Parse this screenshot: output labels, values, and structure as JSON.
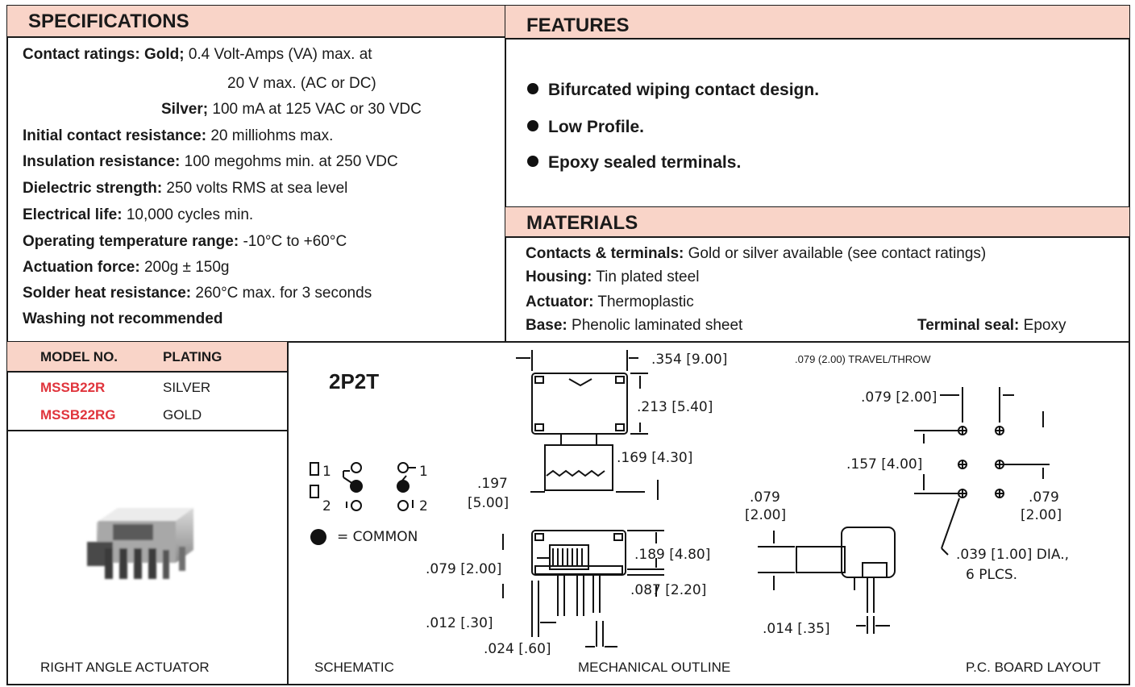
{
  "specifications": {
    "title": "SPECIFICATIONS",
    "lines": [
      {
        "label": "Contact ratings: Gold;",
        "value": " 0.4 Volt-Amps (VA) max. at"
      },
      {
        "label": "",
        "value": "20 V max. (AC or DC)"
      },
      {
        "label": "Silver;",
        "value": " 100 mA at 125 VAC or 30 VDC"
      },
      {
        "label": "Initial contact resistance:",
        "value": " 20 milliohms max."
      },
      {
        "label": "Insulation resistance:",
        "value": " 100 megohms min. at 250 VDC"
      },
      {
        "label": "Dielectric strength:",
        "value": " 250 volts RMS at sea level"
      },
      {
        "label": "Electrical life:",
        "value": " 10,000 cycles min."
      },
      {
        "label": "Operating temperature range:",
        "value": " -10°C to +60°C"
      },
      {
        "label": "Actuation force:",
        "value": " 200g  ± 150g"
      },
      {
        "label": "Solder heat resistance:",
        "value": " 260°C max. for 3 seconds"
      },
      {
        "label": "Washing not recommended",
        "value": ""
      }
    ]
  },
  "features": {
    "title": "FEATURES",
    "items": [
      "Bifurcated wiping contact design.",
      "Low Profile.",
      "Epoxy sealed terminals."
    ]
  },
  "materials": {
    "title": "MATERIALS",
    "contacts": {
      "label": "Contacts & terminals:",
      "value": " Gold or silver available (see contact ratings)"
    },
    "housing": {
      "label": "Housing:",
      "value": " Tin plated steel"
    },
    "actuator": {
      "label": "Actuator:",
      "value": " Thermoplastic"
    },
    "base": {
      "label": "Base:",
      "value": " Phenolic laminated sheet"
    },
    "seal": {
      "label": "Terminal seal:",
      "value": " Epoxy"
    }
  },
  "models": {
    "header_model": "MODEL NO.",
    "header_plating": "PLATING",
    "rows": [
      {
        "model": "MSSB22R",
        "plating": "SILVER"
      },
      {
        "model": "MSSB22RG",
        "plating": "GOLD"
      }
    ],
    "image_caption": "RIGHT ANGLE  ACTUATOR"
  },
  "drawing": {
    "pole_config": "2P2T",
    "schematic_caption": "SCHEMATIC",
    "outline_caption": "MECHANICAL OUTLINE",
    "pcb_caption": "P.C. BOARD LAYOUT",
    "common_label": "= COMMON",
    "sch_1": "1",
    "sch_2": "2",
    "travel": ".079 (2.00) TRAVEL/THROW",
    "dims": {
      "d354": ".354 [9.00]",
      "d213": ".213 [5.40]",
      "d169": ".169 [4.30]",
      "d197a": ".197",
      "d197b": "[5.00]",
      "d189": ".189 [4.80]",
      "d079": ".079 [2.00]",
      "d087": ".087 [2.20]",
      "d012": ".012 [.30]",
      "d024": ".024 [.60]",
      "s079a": ".079",
      "s079b": "[2.00]",
      "s014": ".014 [.35]",
      "p079top": ".079 [2.00]",
      "p157": ".157 [4.00]",
      "p079ra": ".079",
      "p079rb": "[2.00]",
      "p039": ".039 [1.00] DIA.,",
      "p6plcs": "6 PLCS."
    }
  }
}
